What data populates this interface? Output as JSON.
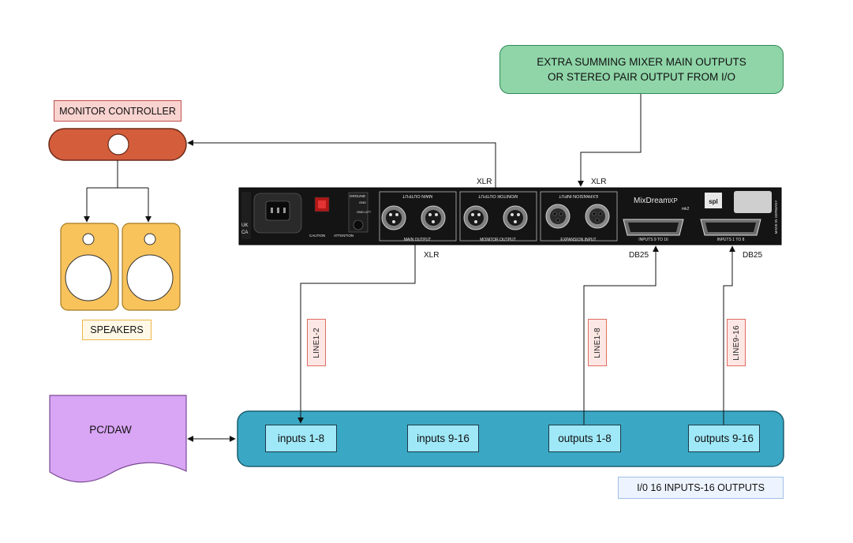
{
  "monitor_controller": {
    "label": "MONITOR CONTROLLER"
  },
  "extra_source": {
    "line1": "EXTRA SUMMING MIXER MAIN OUTPUTS",
    "line2": "OR STEREO PAIR OUTPUT FROM I/O"
  },
  "speakers": {
    "label": "SPEAKERS"
  },
  "pc": {
    "label": "PC/DAW"
  },
  "io": {
    "label": "I/0 16 INPUTS-16 OUTPUTS",
    "ports": [
      "inputs 1-8",
      "inputs 9-16",
      "outputs 1-8",
      "outputs 9-16"
    ]
  },
  "cable_tags": [
    "LINE1-2",
    "LINE1-8",
    "LINE9-16"
  ],
  "connectors": {
    "xlr_monitor": "XLR",
    "xlr_expansion": "XLR",
    "xlr_main": "XLR",
    "db25_a": "DB25",
    "db25_b": "DB25"
  },
  "device": {
    "brand": "MixDream",
    "model_suffix": "XP",
    "version": "mk2",
    "logo": "spl",
    "section_main_output_top": "MAIN OUTPUT",
    "section_main_output": "MAIN OUTPUT",
    "section_monitor_output_top": "MONITOR OUTPUT",
    "section_monitor_output": "MONITOR OUTPUT",
    "section_expansion_top": "EXPANSION INPUT",
    "section_expansion": "EXPANSION INPUT",
    "section_inputs_9_16": "INPUTS 9 TO 16",
    "section_inputs_1_8": "INPUTS 1 TO 8",
    "made_in": "MADE IN GERMANY",
    "ground": "GROUND",
    "gnd": "GND",
    "lift": "GND LIFT",
    "caution": "CAUTION",
    "attention": "ATTENTION",
    "uk": "UK",
    "ca": "CA"
  },
  "colors": {
    "monitor_controller": "#d45d3c",
    "extra_source": "#8fd5a8",
    "speaker": "#f9c35c",
    "pc": "#d9a5f5",
    "io_body": "#3aa8c4",
    "io_port": "#9fe8f7",
    "panel": "#141414"
  }
}
